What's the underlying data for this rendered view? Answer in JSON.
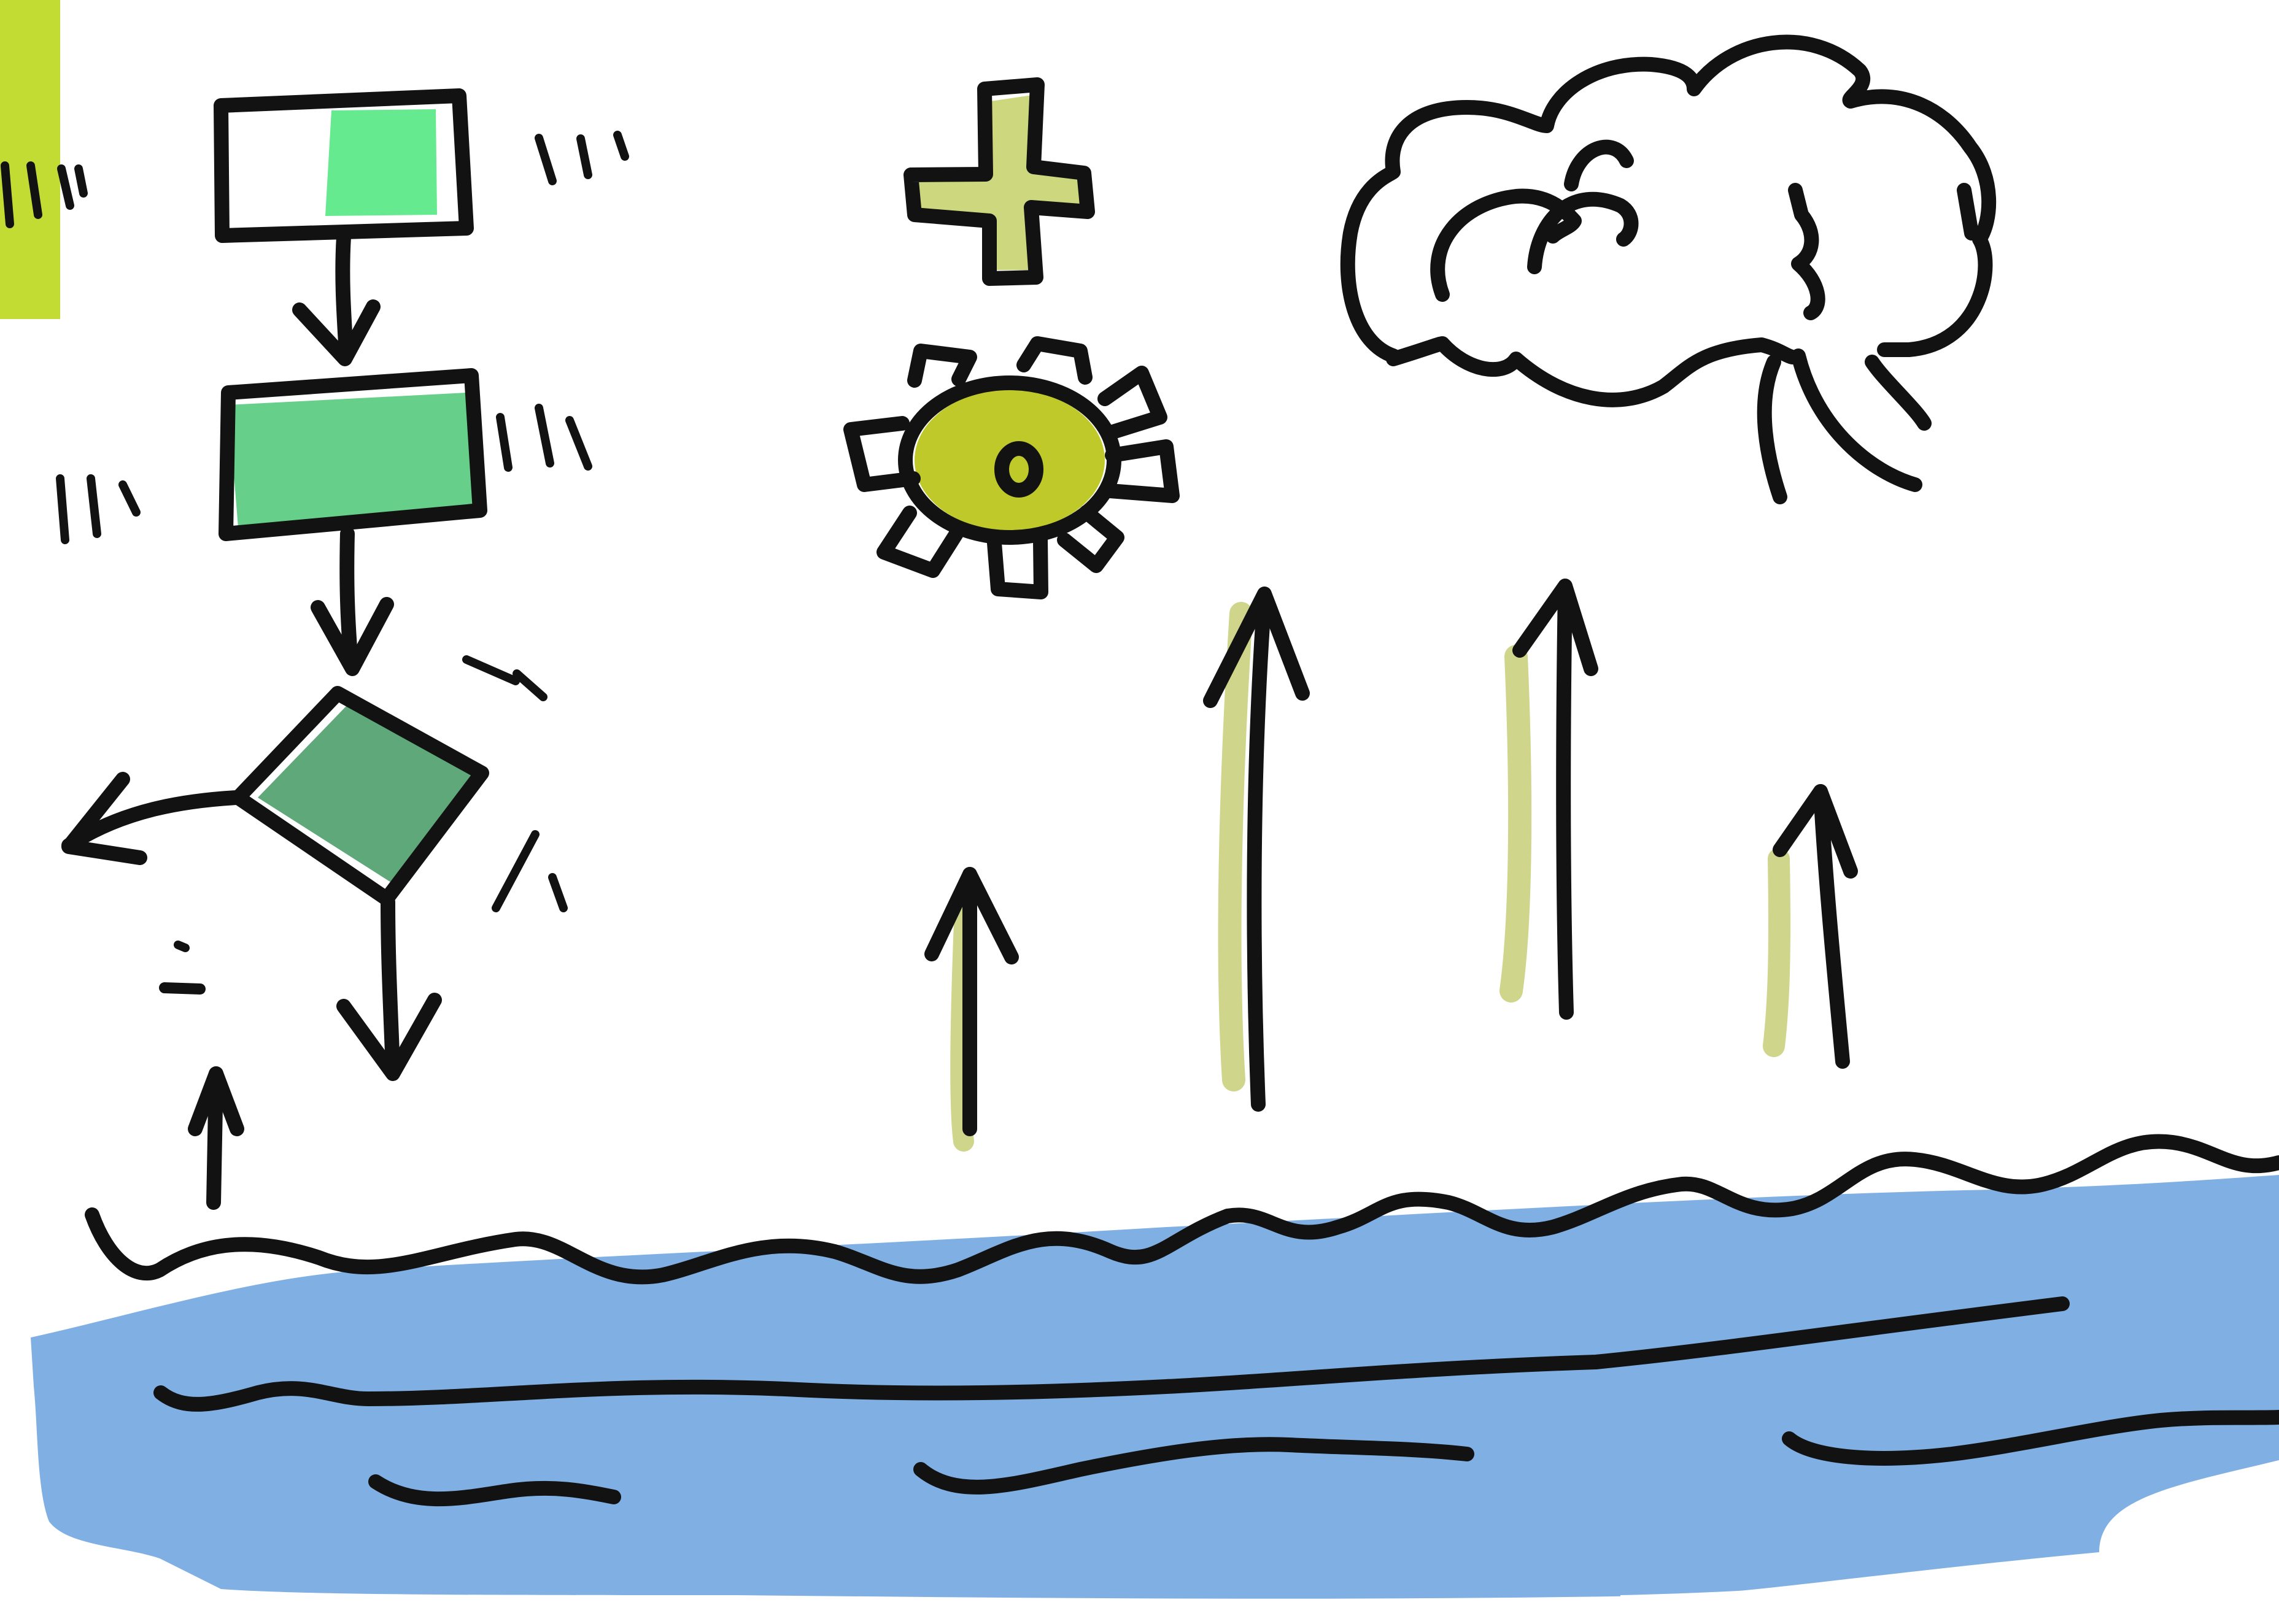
{
  "canvas": {
    "background": "#ffffff",
    "ink_color": "#121212"
  },
  "colors": {
    "sidebar_tab": "#c3dc34",
    "flow_box_light": "#66ea8f",
    "flow_box_mid": "#66d08a",
    "flow_box_dark": "#5fa879",
    "olive_highlight": "#cdd77e",
    "sun_fill": "#bfca2a",
    "arrow_highlight": "#cfd58a",
    "water": "#80b0e3"
  },
  "elements": {
    "flowchart": [
      "process-box",
      "process-box",
      "decision-diamond"
    ],
    "icons": [
      "plus-icon",
      "sun-icon",
      "cloud-icon",
      "wind-icon"
    ],
    "rising_arrows": 5,
    "water": "wavy-water-surface"
  }
}
